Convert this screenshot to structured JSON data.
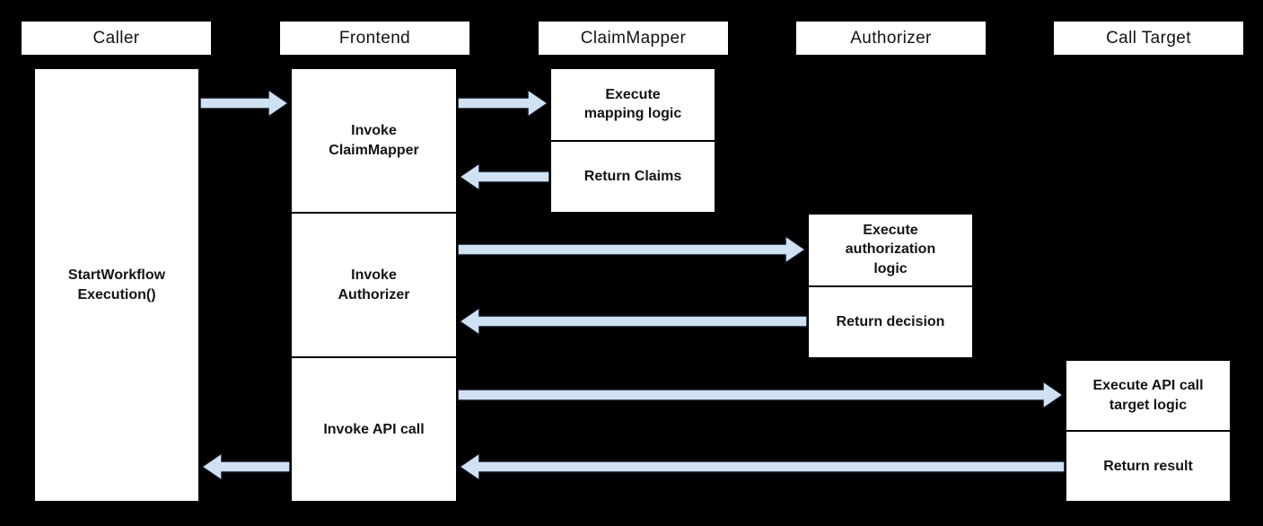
{
  "diagram_type": "sequence-flow",
  "colors": {
    "background": "#000000",
    "box_fill": "#ffffff",
    "box_border": "#000000",
    "arrow_fill": "#cfe2f3",
    "arrow_stroke": "#10131f",
    "text": "#141414"
  },
  "lanes": [
    {
      "label": "Caller"
    },
    {
      "label": "Frontend"
    },
    {
      "label": "ClaimMapper"
    },
    {
      "label": "Authorizer"
    },
    {
      "label": "Call Target"
    }
  ],
  "activities": {
    "caller": {
      "label": "StartWorkflow Execution()"
    },
    "frontend": [
      {
        "label": "Invoke ClaimMapper"
      },
      {
        "label": "Invoke Authorizer"
      },
      {
        "label": "Invoke API call"
      }
    ],
    "claimmapper": [
      {
        "label": "Execute mapping logic"
      },
      {
        "label": "Return Claims"
      }
    ],
    "authorizer": [
      {
        "label": "Execute authorization logic"
      },
      {
        "label": "Return decision"
      }
    ],
    "calltarget": [
      {
        "label": "Execute API call target logic"
      },
      {
        "label": "Return result"
      }
    ]
  },
  "arrows": [
    {
      "from": "Caller",
      "to": "Frontend",
      "direction": "right"
    },
    {
      "from": "Frontend",
      "to": "ClaimMapper",
      "direction": "right"
    },
    {
      "from": "ClaimMapper",
      "to": "Frontend",
      "direction": "left"
    },
    {
      "from": "Frontend",
      "to": "Authorizer",
      "direction": "right"
    },
    {
      "from": "Authorizer",
      "to": "Frontend",
      "direction": "left"
    },
    {
      "from": "Frontend",
      "to": "Call Target",
      "direction": "right"
    },
    {
      "from": "Call Target",
      "to": "Frontend",
      "direction": "left"
    },
    {
      "from": "Frontend",
      "to": "Caller",
      "direction": "left"
    }
  ]
}
